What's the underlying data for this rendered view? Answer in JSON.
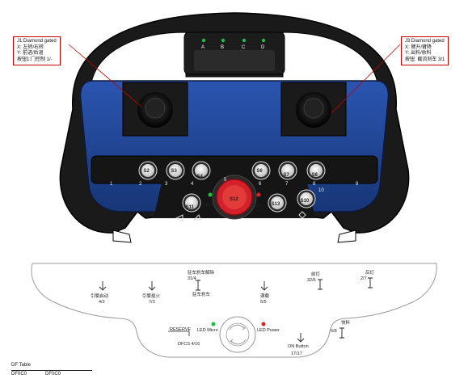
{
  "leds": {
    "a": "A",
    "b": "B",
    "c": "C",
    "d": "D"
  },
  "callout_left": {
    "l1": "J1:Diamond gated",
    "l2": "X: 左转/右转",
    "l3": "Y: 前进/后退",
    "l4": "按钮1:门控制 1/-"
  },
  "callout_right": {
    "l1": "J3:Diamond gated",
    "l2": "X: 臂升/臂降",
    "l3": "Y: 出料/收料",
    "l4": "按钮: 截流刹车 3/1"
  },
  "buttons": {
    "s2": "S2",
    "s3": "S3",
    "s4": "S4",
    "s6": "S6",
    "s7": "S7",
    "s8": "S8",
    "s11": "S11",
    "s12": "S12",
    "s13": "S13",
    "s10": "S10"
  },
  "numbers": {
    "n1": "1",
    "n2": "2",
    "n3": "3",
    "n4": "4",
    "n5": "5",
    "n6": "6",
    "n7": "7",
    "n8": "8",
    "n9": "9",
    "n10": "10"
  },
  "panel": {
    "brake_release": "驻车刹车解除",
    "brake_release_code": "31/4",
    "brake_apply": "驻车刹车",
    "engine_start": "引擎启动",
    "engine_start_code": "4/2",
    "engine_stop": "引擎熄火",
    "engine_stop_code": "7/3",
    "mode_a": "满载",
    "mode_a_code": "5/5",
    "front_light": "前灯",
    "front_light_code": "32/6",
    "rear_light": "后灯",
    "rear_light_code": "2/7",
    "feed": "快料",
    "feed_code": "6/8",
    "reserve": "RESERVE",
    "dfcs": "DFCS 4/16",
    "led_micro": "LED Micro",
    "led_power": "LED Power",
    "on_button": "ON Button",
    "on_button_code": "17/17"
  },
  "table_title": "DF Table",
  "table_cells": [
    "DF0C0",
    "DF0C0"
  ],
  "colors": {
    "body_blue": "#1f3f87",
    "shell": "#161616",
    "estop": "#d4202a",
    "led_green": "#1bbf3a",
    "led_red": "#e02020"
  }
}
